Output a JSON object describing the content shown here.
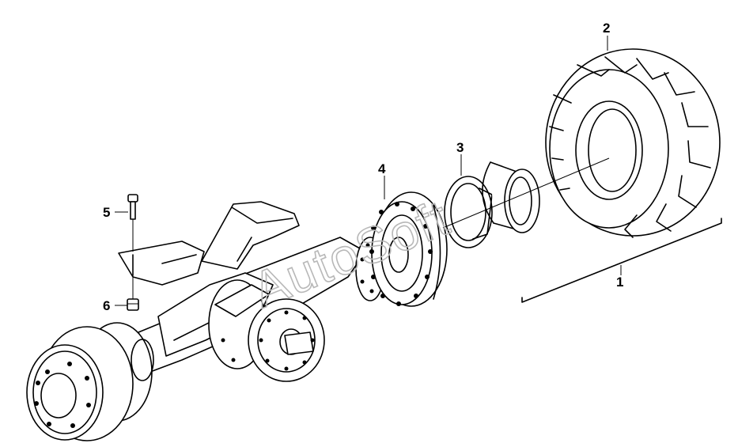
{
  "callouts": {
    "c1": "1",
    "c2": "2",
    "c3": "3",
    "c4": "4",
    "c5": "5",
    "c6": "6"
  },
  "watermark": "AutoSoft",
  "colors": {
    "line": "#000000",
    "background": "#ffffff",
    "watermark": "#b8b8b8"
  }
}
